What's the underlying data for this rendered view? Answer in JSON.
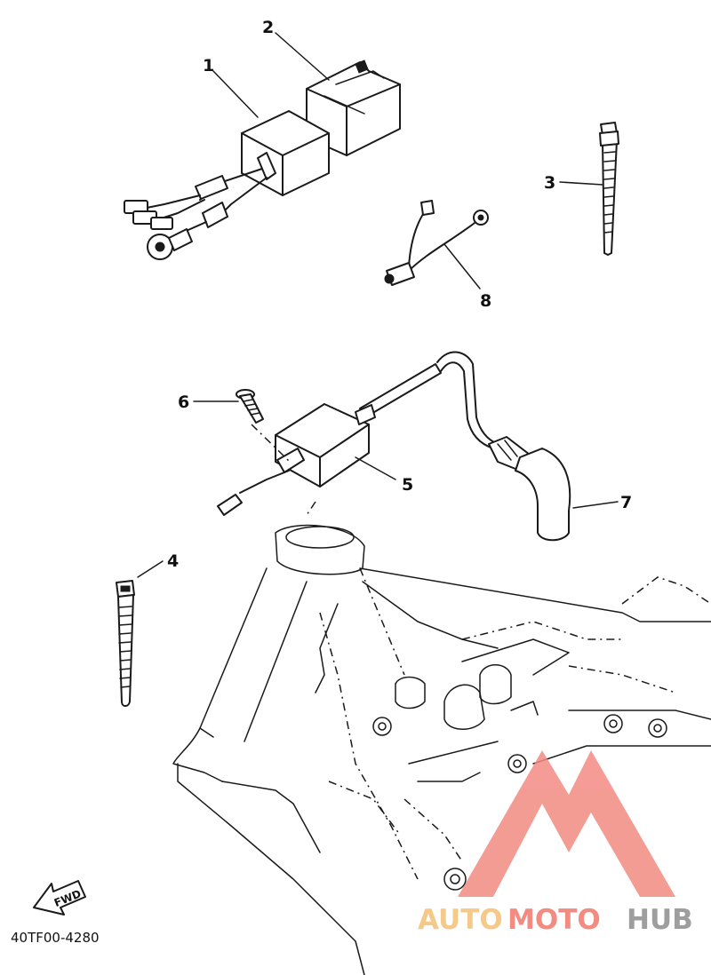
{
  "diagram": {
    "callouts": {
      "c1": "1",
      "c2": "2",
      "c3": "3",
      "c4": "4",
      "c5": "5",
      "c6": "6",
      "c7": "7",
      "c8": "8"
    },
    "part_code": "40TF00-4280",
    "direction_arrow_label": "FWD"
  },
  "watermark": {
    "word_part1": "AUTO",
    "word_part2": "MOTO",
    "word_part3": "HUB",
    "colors": {
      "auto": "#f5c98a",
      "moto": "#f28b82",
      "hub": "#9e9e9e",
      "logo": "#f28b82"
    }
  }
}
